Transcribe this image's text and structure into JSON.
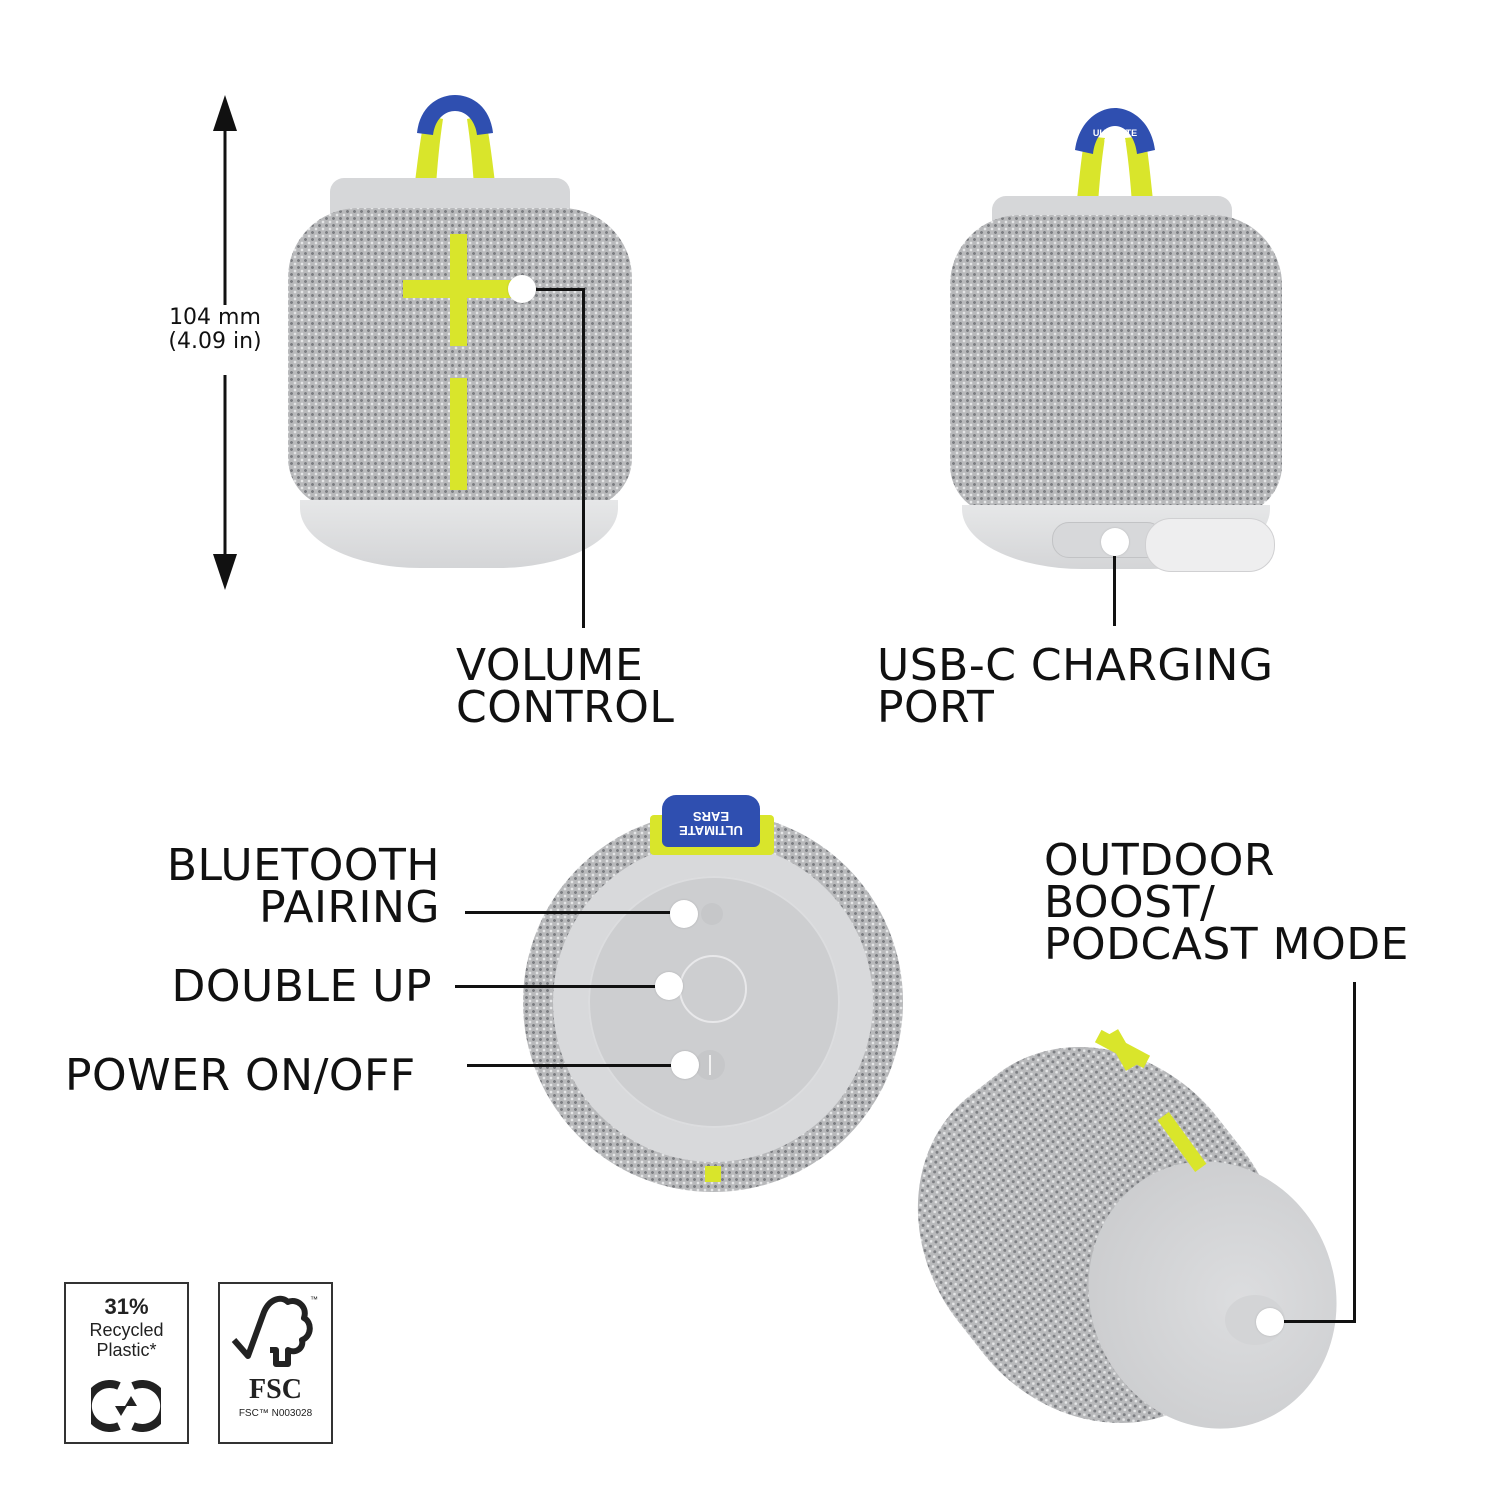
{
  "dimension": {
    "metric": "104 mm",
    "imperial": "(4.09 in)"
  },
  "callouts": {
    "volume_control": [
      "VOLUME",
      "CONTROL"
    ],
    "usb_c_port": [
      "USB-C CHARGING",
      "PORT"
    ],
    "bluetooth_pairing": [
      "BLUETOOTH",
      "PAIRING"
    ],
    "double_up": "DOUBLE UP",
    "power": "POWER ON/OFF",
    "outdoor_boost": [
      "OUTDOOR",
      "BOOST/",
      "PODCAST MODE"
    ]
  },
  "strap_text": [
    "ULTIMATE",
    "EARS"
  ],
  "badges": {
    "recycled": {
      "percent": "31%",
      "line1": "Recycled",
      "line2": "Plastic*",
      "icon": "recycle-icon"
    },
    "fsc": {
      "tm": "™",
      "name": "FSC",
      "code": "FSC™ N003028",
      "icon": "fsc-tree-icon"
    }
  },
  "colors": {
    "accent_lime": "#d9e52b",
    "strap_blue": "#2f4fb0",
    "body_gray": "#c9cacc",
    "base_gray": "#e2e3e4",
    "text": "#111111"
  }
}
